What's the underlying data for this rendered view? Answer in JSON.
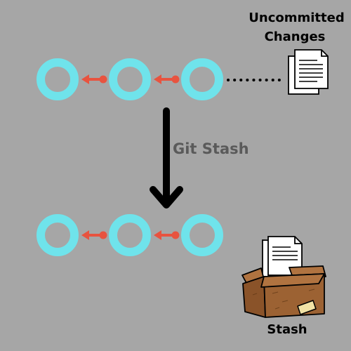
{
  "labels": {
    "uncommitted_line1": "Uncommitted",
    "uncommitted_line2": "Changes",
    "operation": "Git Stash",
    "stash": "Stash"
  },
  "colors": {
    "background": "#a6a6a6",
    "commit_ring": "#6fe3eb",
    "parent_arrow": "#e8533f",
    "main_arrow": "#000000",
    "operation_text": "#5a5a5a",
    "box_body": "#9c6233",
    "box_flap": "#b07340",
    "document": "#ffffff"
  },
  "top_row": {
    "commits": [
      "commit-1",
      "commit-2",
      "commit-3"
    ],
    "working_changes_icon": "document-icon"
  },
  "bottom_row": {
    "commits": [
      "commit-1",
      "commit-2",
      "commit-3"
    ],
    "stash_icon": "cardboard-box-icon"
  }
}
